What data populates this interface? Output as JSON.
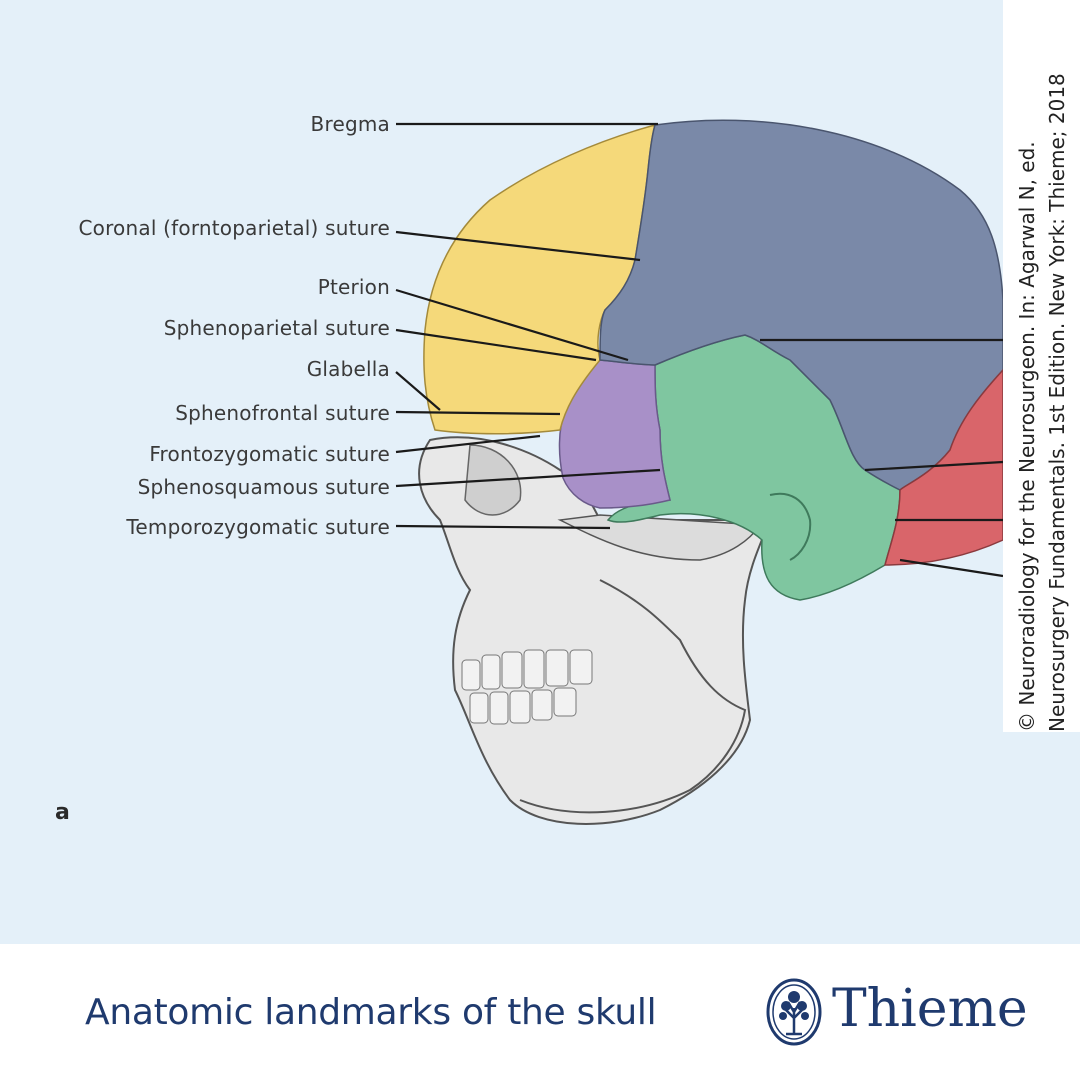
{
  "figure": {
    "labels": [
      "Bregma",
      "Coronal (forntoparietal) suture",
      "Pterion",
      "Sphenoparietal suture",
      "Glabella",
      "Sphenofrontal suture",
      "Frontozygomatic suture",
      "Sphenosquamous suture",
      "Temporozygomatic suture"
    ],
    "panel_letter": "a",
    "bone_colors": {
      "frontal": "#f5d97a",
      "parietal": "#7a89a8",
      "sphenoid": "#a890c8",
      "temporal": "#7fc6a0",
      "occipital": "#d9656a",
      "facial": "#e8e8e8"
    }
  },
  "credit": {
    "line1": "© Neuroradiology for the Neurosurgeon. In: Agarwal N, ed.",
    "line2": "Neurosurgery Fundamentals. 1st Edition. New York: Thieme; 2018"
  },
  "footer": {
    "title": "Anatomic landmarks of the skull",
    "brand": "Thieme",
    "brand_color": "#1f3a6e"
  }
}
